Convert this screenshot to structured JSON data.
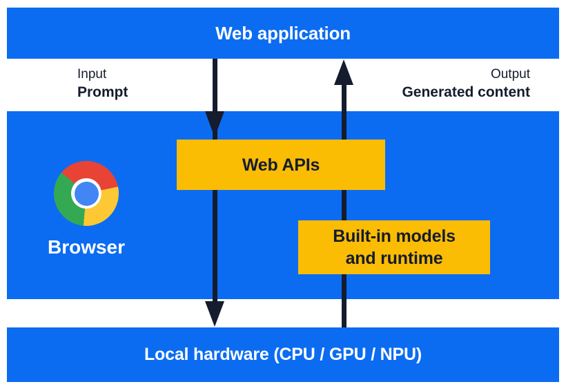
{
  "top_bar": {
    "label": "Web application"
  },
  "io": {
    "input_label": "Input",
    "input_value": "Prompt",
    "output_label": "Output",
    "output_value": "Generated content"
  },
  "band": {
    "browser_label": "Browser",
    "web_apis_label": "Web APIs",
    "builtin_line1": "Built-in models",
    "builtin_line2": "and runtime"
  },
  "bottom_bar": {
    "label": "Local hardware (CPU / GPU / NPU)"
  },
  "icons": {
    "chrome_logo": "chrome-browser-logo",
    "down_arrow": "arrow-down",
    "up_arrow": "arrow-up"
  },
  "colors": {
    "band_blue": "#0b6cf2",
    "box_yellow": "#fbbc04",
    "ink": "#141c2e",
    "text_light": "#ffffff",
    "chrome_red": "#e94335",
    "chrome_yellow": "#fcc934",
    "chrome_green": "#34a853",
    "chrome_blue": "#4285f4",
    "chrome_ring": "#ffffff"
  }
}
